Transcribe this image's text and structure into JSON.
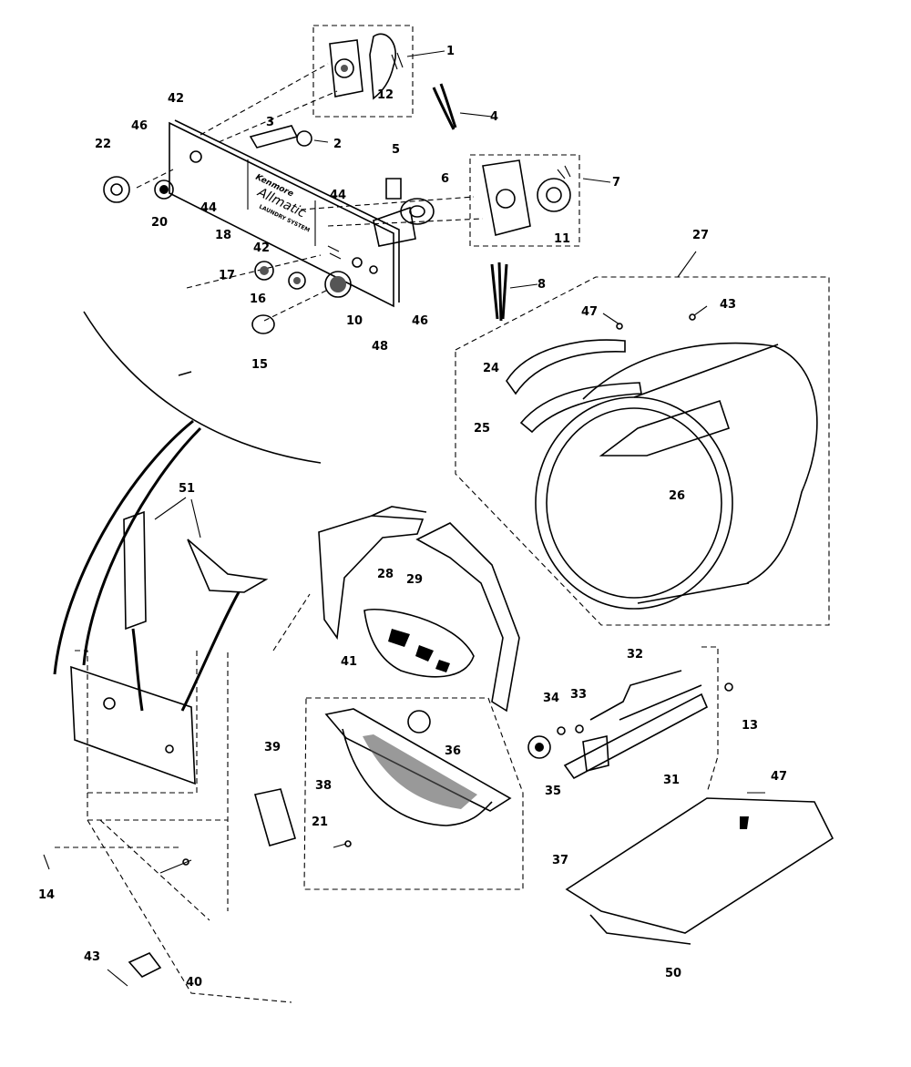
{
  "diagram": {
    "panel_text": {
      "brand": "Kenmore",
      "model": "Allmatic",
      "subtitle": "LAUNDRY SYSTEM"
    },
    "parts": [
      {
        "id": "p1",
        "label": "1"
      },
      {
        "id": "p12",
        "label": "12"
      },
      {
        "id": "p4",
        "label": "4"
      },
      {
        "id": "p42a",
        "label": "42"
      },
      {
        "id": "p3",
        "label": "3"
      },
      {
        "id": "p2",
        "label": "2"
      },
      {
        "id": "p46a",
        "label": "46"
      },
      {
        "id": "p22",
        "label": "22"
      },
      {
        "id": "p20",
        "label": "20"
      },
      {
        "id": "p44a",
        "label": "44"
      },
      {
        "id": "p18",
        "label": "18"
      },
      {
        "id": "p5",
        "label": "5"
      },
      {
        "id": "p6",
        "label": "6"
      },
      {
        "id": "p7",
        "label": "7"
      },
      {
        "id": "p11",
        "label": "11"
      },
      {
        "id": "p44b",
        "label": "44"
      },
      {
        "id": "p42b",
        "label": "42"
      },
      {
        "id": "p17",
        "label": "17"
      },
      {
        "id": "p16",
        "label": "16"
      },
      {
        "id": "p10",
        "label": "10"
      },
      {
        "id": "p48",
        "label": "48"
      },
      {
        "id": "p46b",
        "label": "46"
      },
      {
        "id": "p15",
        "label": "15"
      },
      {
        "id": "p8",
        "label": "8"
      },
      {
        "id": "p27",
        "label": "27"
      },
      {
        "id": "p47a",
        "label": "47"
      },
      {
        "id": "p43a",
        "label": "43"
      },
      {
        "id": "p24",
        "label": "24"
      },
      {
        "id": "p25",
        "label": "25"
      },
      {
        "id": "p26",
        "label": "26"
      },
      {
        "id": "p51",
        "label": "51"
      },
      {
        "id": "p28",
        "label": "28"
      },
      {
        "id": "p29",
        "label": "29"
      },
      {
        "id": "p41",
        "label": "41"
      },
      {
        "id": "p32",
        "label": "32"
      },
      {
        "id": "p34",
        "label": "34"
      },
      {
        "id": "p33",
        "label": "33"
      },
      {
        "id": "p13",
        "label": "13"
      },
      {
        "id": "p36",
        "label": "36"
      },
      {
        "id": "p35",
        "label": "35"
      },
      {
        "id": "p31",
        "label": "31"
      },
      {
        "id": "p39",
        "label": "39"
      },
      {
        "id": "p38",
        "label": "38"
      },
      {
        "id": "p21",
        "label": "21"
      },
      {
        "id": "p47b",
        "label": "47"
      },
      {
        "id": "p37",
        "label": "37"
      },
      {
        "id": "p14",
        "label": "14"
      },
      {
        "id": "p50",
        "label": "50"
      },
      {
        "id": "p43b",
        "label": "43"
      },
      {
        "id": "p40",
        "label": "40"
      }
    ]
  }
}
